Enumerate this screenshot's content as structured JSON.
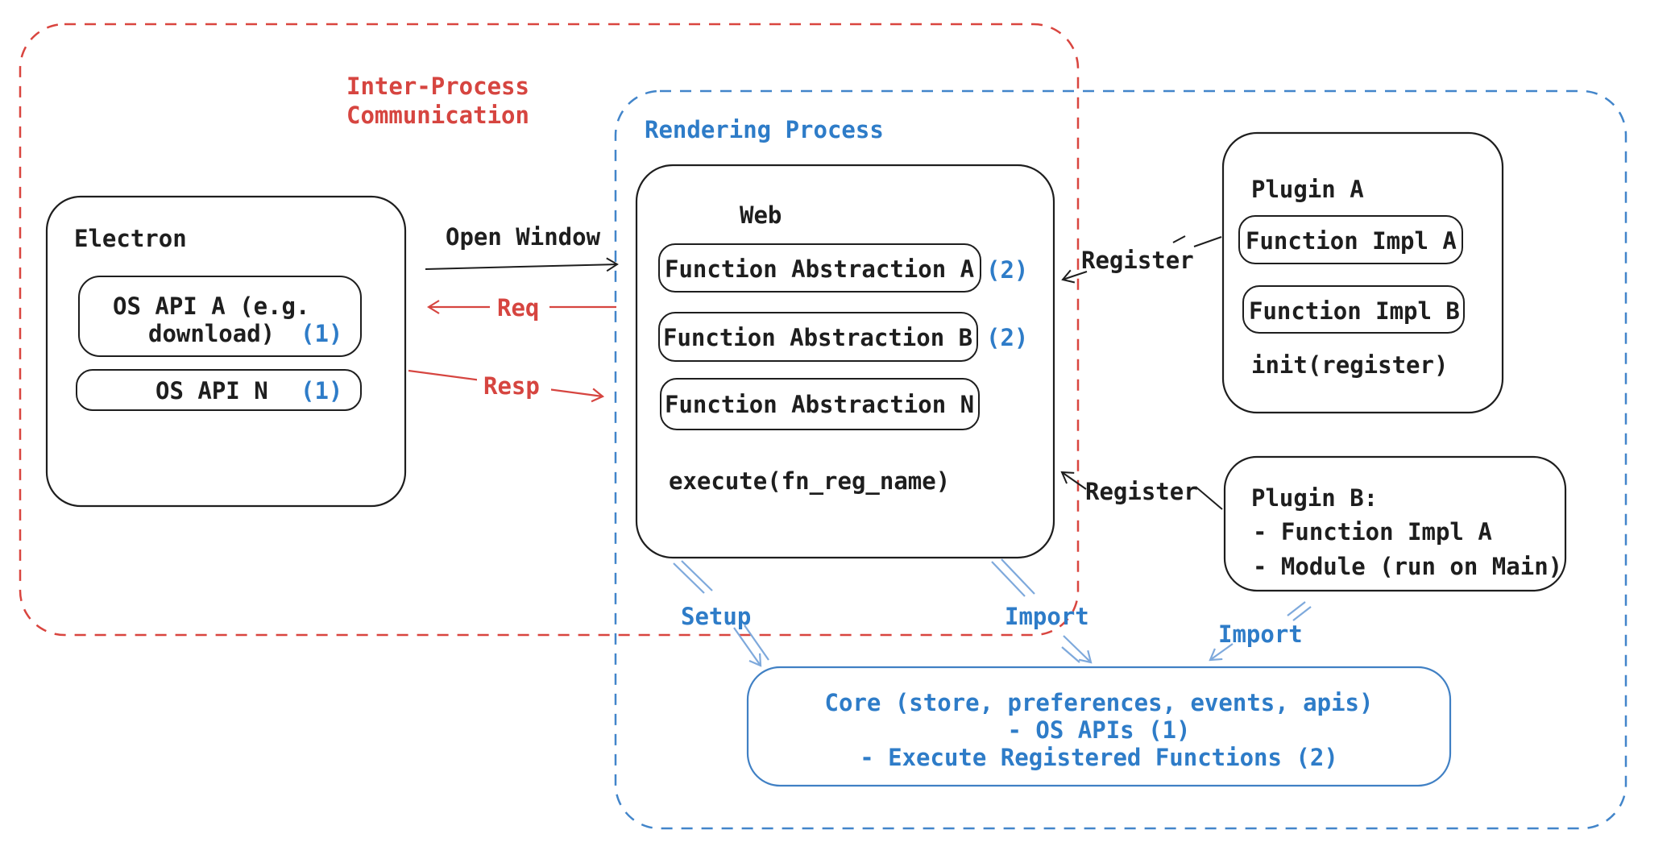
{
  "ipc_region": {
    "title_line1": "Inter-Process",
    "title_line2": "Communication"
  },
  "rendering_region": {
    "title": "Rendering Process"
  },
  "electron": {
    "title": "Electron",
    "os_api_a": {
      "line1": "OS API A (e.g.",
      "line2": "download)",
      "badge": "(1)"
    },
    "os_api_n": {
      "label": "OS API N",
      "badge": "(1)"
    }
  },
  "web": {
    "title": "Web",
    "abstraction_a": {
      "label": "Function Abstraction A",
      "badge": "(2)"
    },
    "abstraction_b": {
      "label": "Function Abstraction B",
      "badge": "(2)"
    },
    "abstraction_n": {
      "label": "Function Abstraction N"
    },
    "execute": "execute(fn_reg_name)"
  },
  "plugin_a": {
    "title": "Plugin A",
    "impl_a": "Function Impl A",
    "impl_b": "Function Impl B",
    "init": "init(register)"
  },
  "plugin_b": {
    "title": "Plugin B:",
    "item1": "- Function Impl A",
    "item2": "- Module (run on Main)"
  },
  "core": {
    "line1": "Core (store, preferences, events, apis)",
    "line2": "- OS APIs (1)",
    "line3": "- Execute Registered Functions (2)"
  },
  "arrows": {
    "open_window": "Open Window",
    "req": "Req",
    "resp": "Resp",
    "register_plugin_a": "Register",
    "register_plugin_b": "Register",
    "setup": "Setup",
    "import_web": "Import",
    "import_plugin_b": "Import"
  },
  "colors": {
    "ink": "#1e1e1e",
    "red": "#d64540",
    "red_dash": "#d9453f",
    "blue_text": "#2e7cc8",
    "blue_dash": "#4285ca",
    "blue_arrow": "#7ea9dc",
    "core_border": "#4080c4"
  }
}
